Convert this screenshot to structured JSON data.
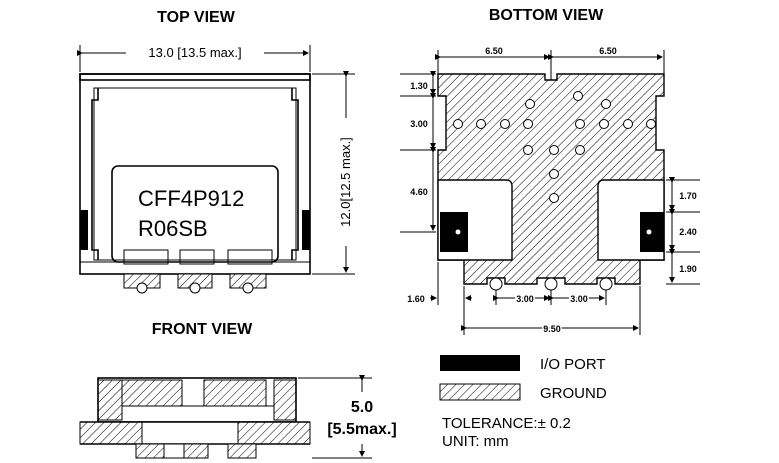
{
  "titles": {
    "top_view": "TOP VIEW",
    "bottom_view": "BOTTOM VIEW",
    "front_view": "FRONT VIEW"
  },
  "part_number": {
    "line1": "CFF4P912",
    "line2": "R06SB"
  },
  "top_view_dims": {
    "width": "13.0 [13.5 max.]",
    "height": "12.0[12.5 max.]"
  },
  "bottom_view_dims": {
    "top_left": "6.50",
    "top_right": "6.50",
    "left_1": "1.30",
    "left_2": "3.00",
    "left_3": "4.60",
    "right_1": "1.70",
    "right_2": "2.40",
    "right_3": "1.90",
    "bottom_left": "1.60",
    "bottom_mid_1": "3.00",
    "bottom_mid_2": "3.00",
    "bottom_total": "9.50"
  },
  "front_view_dims": {
    "height": "5.0",
    "height_max": "[5.5max.]"
  },
  "legend": {
    "io_port": "I/O  PORT",
    "ground": "GROUND",
    "tolerance": "TOLERANCE:± 0.2",
    "unit": "UNIT: mm"
  },
  "colors": {
    "ink": "#000000",
    "background": "#ffffff"
  }
}
